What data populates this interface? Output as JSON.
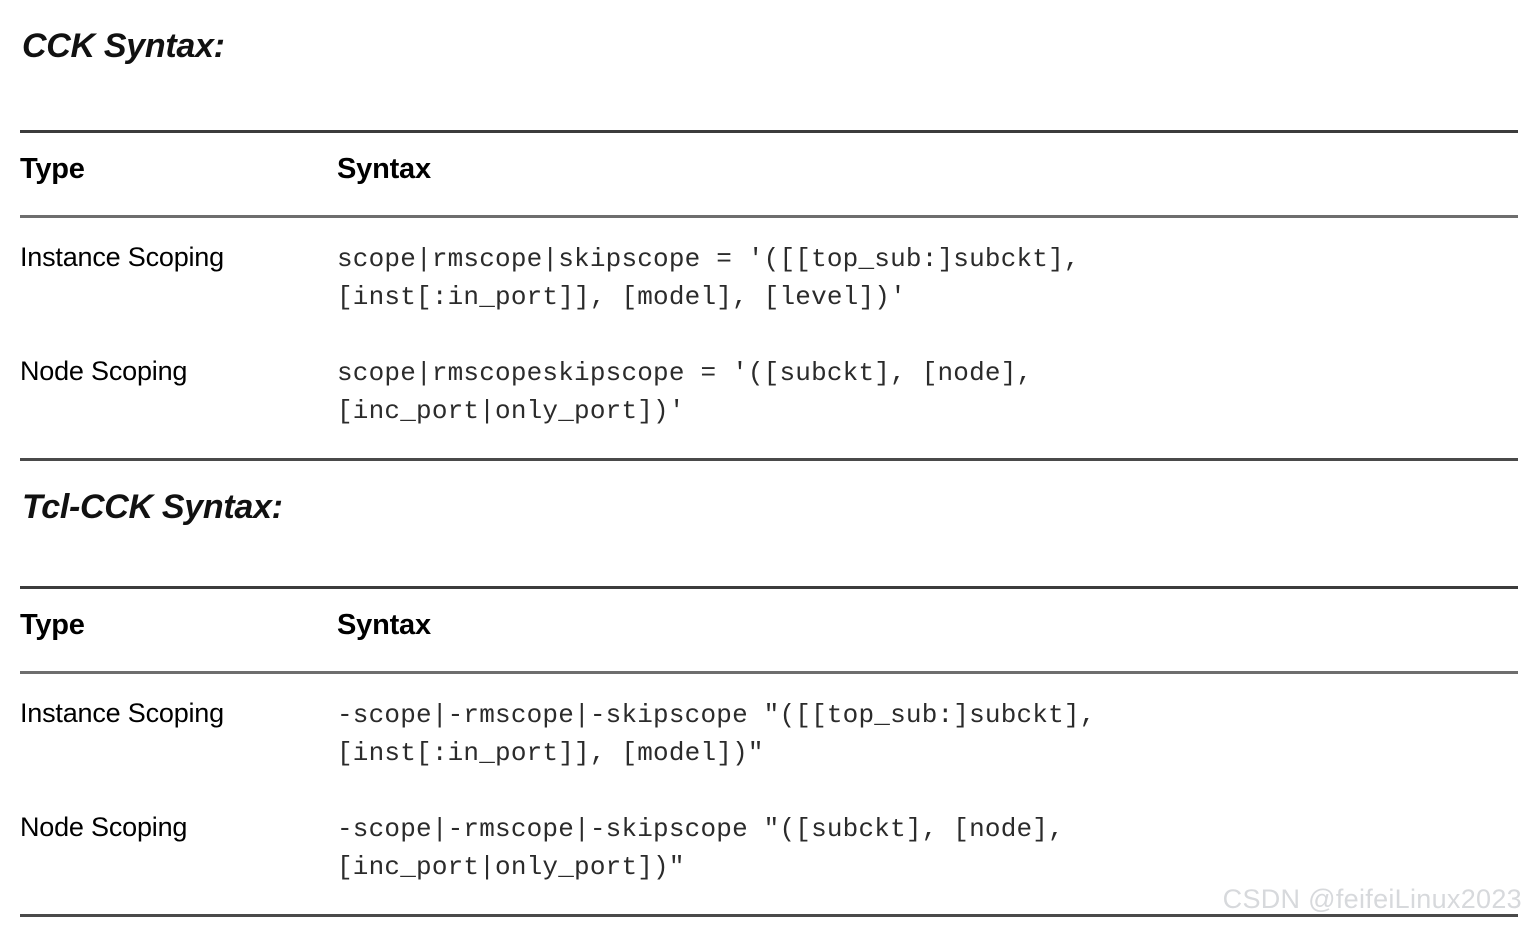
{
  "sections": [
    {
      "heading": "CCK Syntax:",
      "table": {
        "columns": [
          "Type",
          "Syntax"
        ],
        "rows": [
          {
            "type": "Instance Scoping",
            "syntax": "scope|rmscope|skipscope = '([[top_sub:]subckt],\n[inst[:in_port]], [model], [level])'"
          },
          {
            "type": "Node Scoping",
            "syntax": "scope|rmscopeskipscope = '([subckt], [node],\n[inc_port|only_port])'"
          }
        ]
      }
    },
    {
      "heading": "Tcl-CCK Syntax:",
      "table": {
        "columns": [
          "Type",
          "Syntax"
        ],
        "rows": [
          {
            "type": "Instance Scoping",
            "syntax": "-scope|-rmscope|-skipscope \"([[top_sub:]subckt],\n[inst[:in_port]], [model])\""
          },
          {
            "type": "Node Scoping",
            "syntax": "-scope|-rmscope|-skipscope \"([subckt], [node],\n[inc_port|only_port])\""
          }
        ]
      }
    }
  ],
  "watermark": "CSDN @feifeiLinux2023",
  "colors": {
    "text": "#000000",
    "code": "#2b2b2b",
    "rule": "#4a4a4a",
    "watermark": "#d7d9dc",
    "background": "#ffffff"
  }
}
